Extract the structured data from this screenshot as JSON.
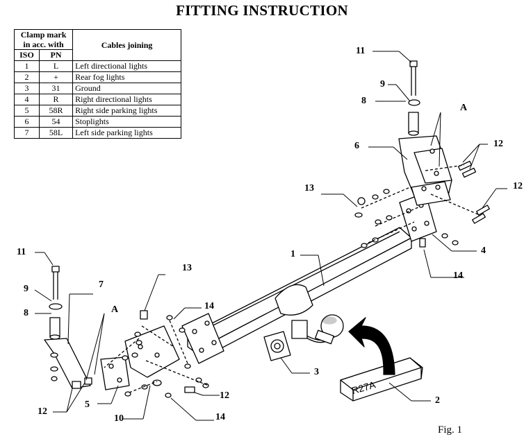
{
  "title": "FITTING INSTRUCTION",
  "table": {
    "header": {
      "clamp_mark": "Clamp mark in acc. with",
      "iso": "ISO",
      "pn": "PN",
      "cables": "Cables joining"
    },
    "rows": [
      {
        "iso": "1",
        "pn": "L",
        "cable": "Left directional lights"
      },
      {
        "iso": "2",
        "pn": "+",
        "cable": "Rear fog lights"
      },
      {
        "iso": "3",
        "pn": "31",
        "cable": "Ground"
      },
      {
        "iso": "4",
        "pn": "R",
        "cable": "Right directional lights"
      },
      {
        "iso": "5",
        "pn": "58R",
        "cable": "Right side parking lights"
      },
      {
        "iso": "6",
        "pn": "54",
        "cable": "Stoplights"
      },
      {
        "iso": "7",
        "pn": "58L",
        "cable": "Left side parking lights"
      }
    ]
  },
  "callouts": {
    "n1": "1",
    "n2": "2",
    "n3": "3",
    "n4": "4",
    "n5": "5",
    "n6": "6",
    "n7": "7",
    "n8": "8",
    "n9": "9",
    "n10": "10",
    "n11": "11",
    "n12": "12",
    "n13": "13",
    "n14": "14",
    "a": "A"
  },
  "plate_text": "R27A",
  "figure_label": "Fig. 1"
}
